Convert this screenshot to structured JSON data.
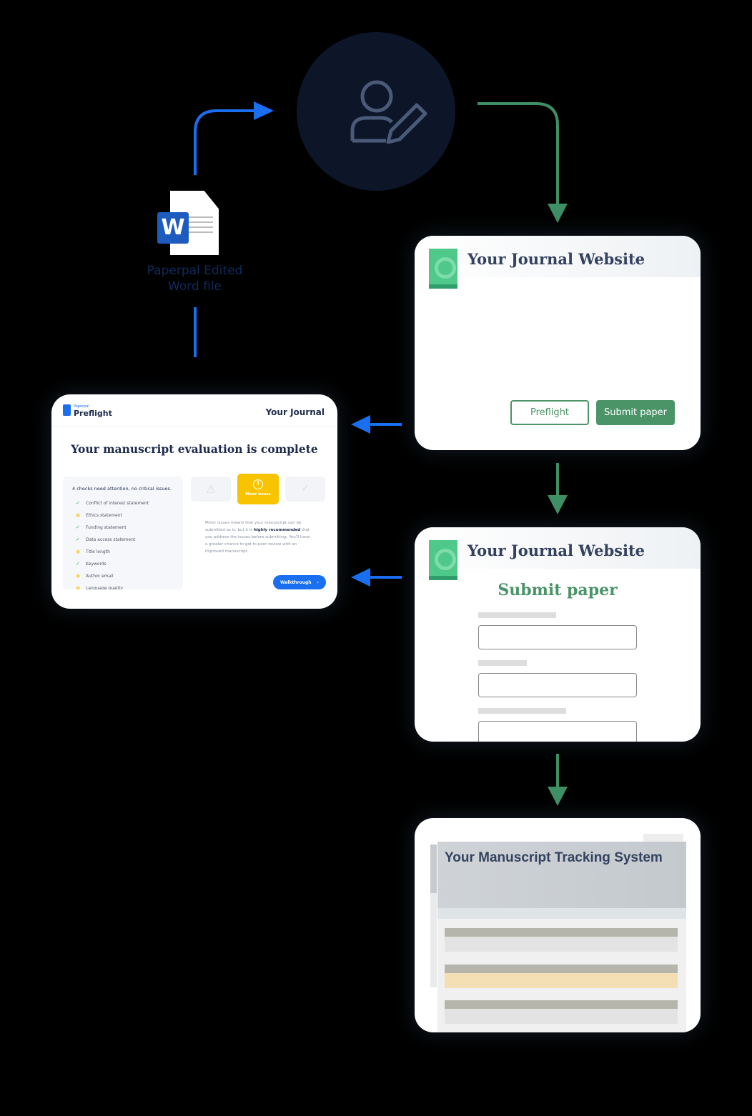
{
  "word_file": {
    "label": "Paperpal Edited Word file",
    "icon_letter": "W"
  },
  "author_node": {
    "icon": "user-edit-icon"
  },
  "journal_card_1": {
    "title": "Your Journal Website",
    "preflight_button": "Preflight",
    "submit_button": "Submit paper"
  },
  "journal_card_2": {
    "title": "Your Journal Website",
    "heading": "Submit paper"
  },
  "tracking_card": {
    "title": "Your Manuscript Tracking System"
  },
  "preflight_card": {
    "brand_small": "Paperpal",
    "brand": "Preflight",
    "journal": "Your Journal",
    "heading": "Your manuscript evaluation is complete",
    "summary": "4 checks need attention, no critical issues.",
    "checks": [
      {
        "label": "Conflict of interest statement",
        "status": "pass"
      },
      {
        "label": "Ethics statement",
        "status": "minor"
      },
      {
        "label": "Funding statement",
        "status": "pass"
      },
      {
        "label": "Data access statement",
        "status": "pass"
      },
      {
        "label": "Title length",
        "status": "minor"
      },
      {
        "label": "Keywords",
        "status": "pass"
      },
      {
        "label": "Author email",
        "status": "minor"
      },
      {
        "label": "Language quality",
        "status": "minor"
      }
    ],
    "status_label": "Minor issues",
    "desc_1": "Minor issues means that your manuscript can be submitted as is, but it is ",
    "desc_bold": "highly recommended",
    "desc_2": " that you address the issues before submitting. You'll have a greater chance to get to peer review with an improved manuscript.",
    "walkthrough_button": "Walkthrough"
  },
  "colors": {
    "blue_arrow": "#1a6ff0",
    "green_arrow": "#3f8f64",
    "accent_green": "#4a9468",
    "minor_yellow": "#f8c400",
    "circle": "#0c1628"
  }
}
